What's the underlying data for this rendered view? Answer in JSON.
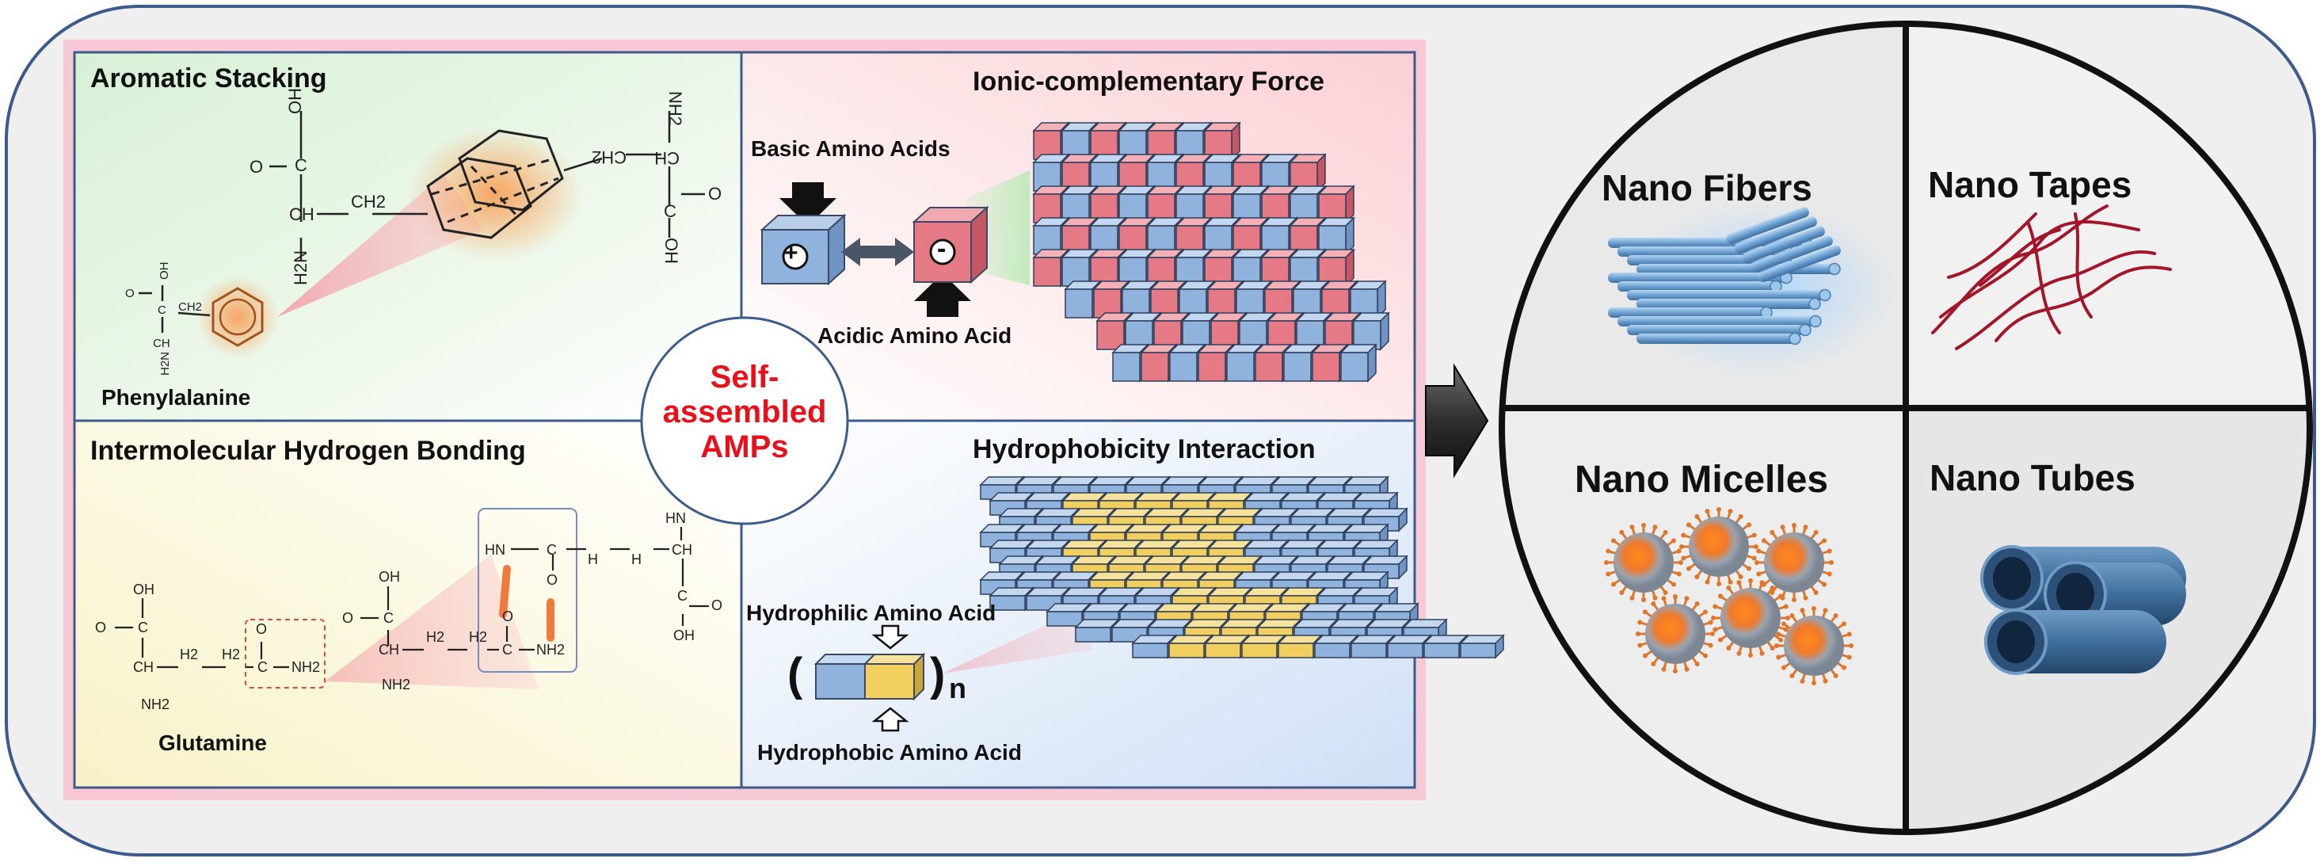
{
  "quadrants": {
    "aromatic": {
      "title": "Aromatic Stacking",
      "molecule": "Phenylalanine"
    },
    "ionic": {
      "title": "Ionic-complementary Force",
      "basic": "Basic Amino Acids",
      "acidic": "Acidic Amino Acid",
      "plus": "+",
      "minus": "-"
    },
    "hbond": {
      "title": "Intermolecular Hydrogen Bonding",
      "molecule": "Glutamine"
    },
    "hydrophobic": {
      "title": "Hydrophobicity Interaction",
      "hydrophilic": "Hydrophilic Amino Acid",
      "hydrophobic": "Hydrophobic Amino Acid",
      "paren_open": "(",
      "paren_close": ")",
      "subscript": "n"
    }
  },
  "center": {
    "label": "Self-\nassembled\nAMPs"
  },
  "nanostructures": [
    {
      "label": "Nano Fibers"
    },
    {
      "label": "Nano Tapes"
    },
    {
      "label": "Nano Micelles"
    },
    {
      "label": "Nano Tubes"
    }
  ],
  "chem_labels": {
    "oh": "OH",
    "o": "O",
    "c": "C",
    "ch": "CH",
    "ch2": "CH2",
    "h2n": "H2N",
    "nh2": "NH2",
    "h2": "H2",
    "h": "H",
    "hn": "HN"
  },
  "colors": {
    "frame": "#3c5a8a",
    "panel_border": "#f4b8c8",
    "quad_border": "#3c5a8a",
    "blue_block": "#8fb3dd",
    "red_block": "#e57a86",
    "yellow_block": "#f1cf5e",
    "orange_glow": "#f08a3c",
    "center_text": "#e8101a",
    "micelle": "#f07a2a",
    "tape": "#a3162a",
    "fiber": "#6ea2d3",
    "tube": "#3f6f9c"
  }
}
